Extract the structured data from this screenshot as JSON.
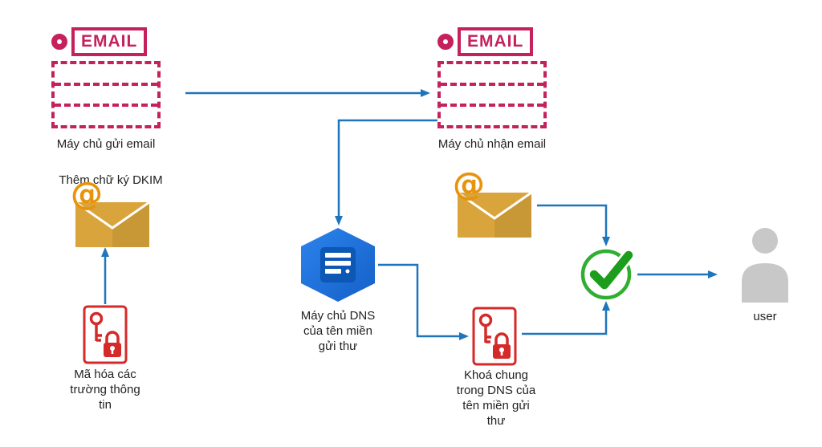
{
  "colors": {
    "server_pink": "#C5215D",
    "arrow_blue": "#1F75BB",
    "dns_blue": "#1A73E8",
    "envelope_gold": "#D9A43B",
    "at_orange": "#E8930C",
    "key_red": "#D42A2A",
    "check_green": "#2FAE2F",
    "user_gray": "#C8C8C8"
  },
  "nodes": {
    "sender_server": {
      "icon_text": "EMAIL",
      "label": "Máy chủ gửi email"
    },
    "receiver_server": {
      "icon_text": "EMAIL",
      "label": "Máy chủ nhận email"
    },
    "dkim_caption": {
      "label": "Thêm chữ ký DKIM"
    },
    "signed_email": {
      "at": "@"
    },
    "received_email": {
      "at": "@"
    },
    "encrypt_caption": {
      "lines": [
        "Mã hóa các",
        "trường thông",
        "tin"
      ]
    },
    "dns_server": {
      "lines": [
        "Máy chủ DNS",
        "của tên miền",
        "gửi thư"
      ]
    },
    "public_key_caption": {
      "lines": [
        "Khoá chung",
        "trong DNS của",
        "tên miền gửi",
        "thư"
      ]
    },
    "user": {
      "label": "user"
    }
  }
}
